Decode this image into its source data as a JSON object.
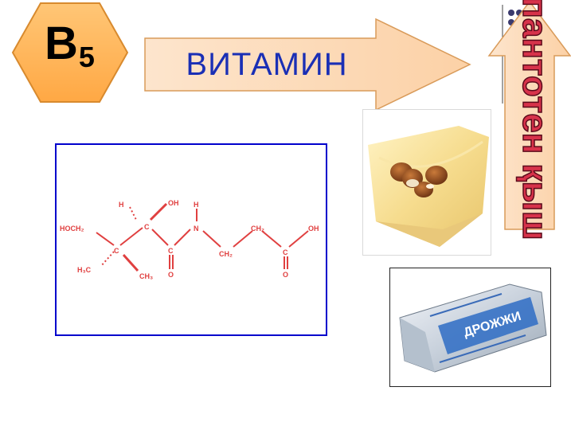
{
  "hexagon": {
    "title_main": "B",
    "title_sub": "5",
    "fill": "#ffb85a"
  },
  "arrow": {
    "label": "ВИТАМИН",
    "fill": "#fdd7b3"
  },
  "vertical_word": {
    "text": "пантотен қыш",
    "color": "#d7324a"
  },
  "molecule": {
    "labels": [
      "H",
      "OH",
      "H",
      "HOCH₂",
      "C",
      "N",
      "CH₂",
      "OH",
      "C",
      "C",
      "CH₂",
      "C",
      "H₃C",
      "CH₃",
      "O",
      "O"
    ]
  },
  "photo2": {
    "brand_text": "ДРОЖЖИ"
  },
  "icons": [
    "dots-decoration-icon",
    "nuts-photo",
    "yeast-package-photo"
  ]
}
